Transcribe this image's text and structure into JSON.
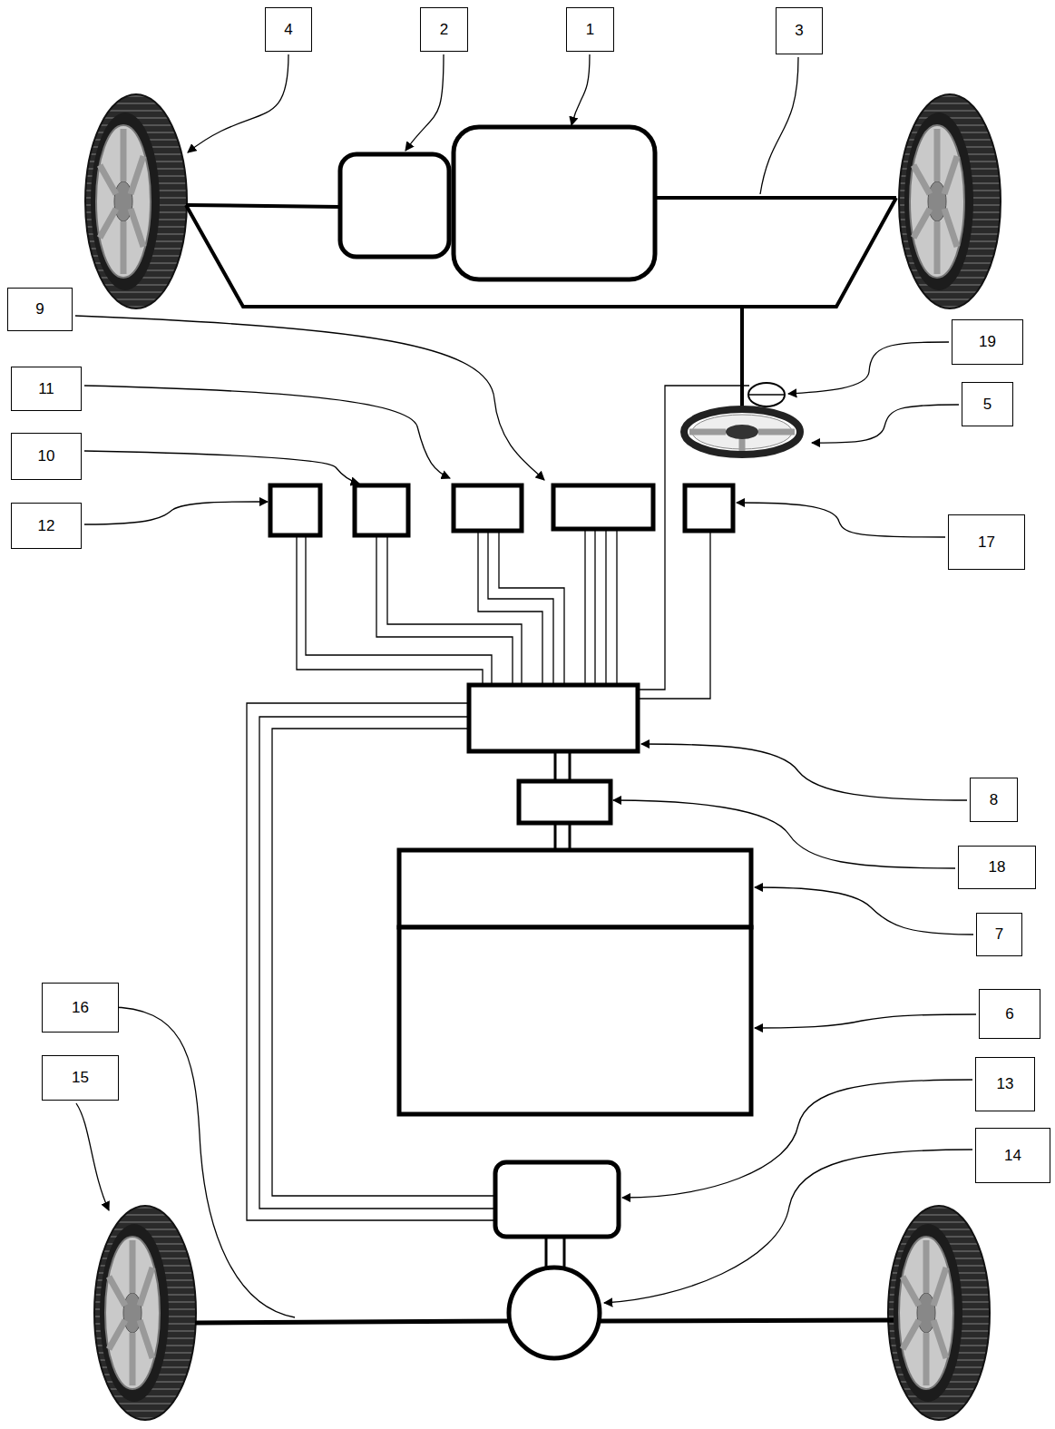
{
  "diagram": {
    "nodes": [
      {
        "text": [
          "4"
        ]
      },
      {
        "text": [
          "2"
        ]
      },
      {
        "text": [
          "1"
        ]
      },
      {
        "text": [
          "3"
        ]
      },
      {
        "text": [
          "9"
        ]
      },
      {
        "text": [
          "19"
        ]
      },
      {
        "text": [
          "11"
        ]
      },
      {
        "text": [
          "5"
        ]
      },
      {
        "text": [
          "10"
        ]
      },
      {
        "text": [
          "12"
        ]
      },
      {
        "text": [
          "17"
        ]
      },
      {
        "text": [
          "8"
        ]
      },
      {
        "text": [
          "18"
        ]
      },
      {
        "text": [
          "7"
        ]
      },
      {
        "text": [
          "16"
        ]
      },
      {
        "text": [
          "6"
        ]
      },
      {
        "text": [
          "15"
        ]
      },
      {
        "text": [
          "13"
        ]
      },
      {
        "text": [
          "14"
        ]
      }
    ]
  }
}
